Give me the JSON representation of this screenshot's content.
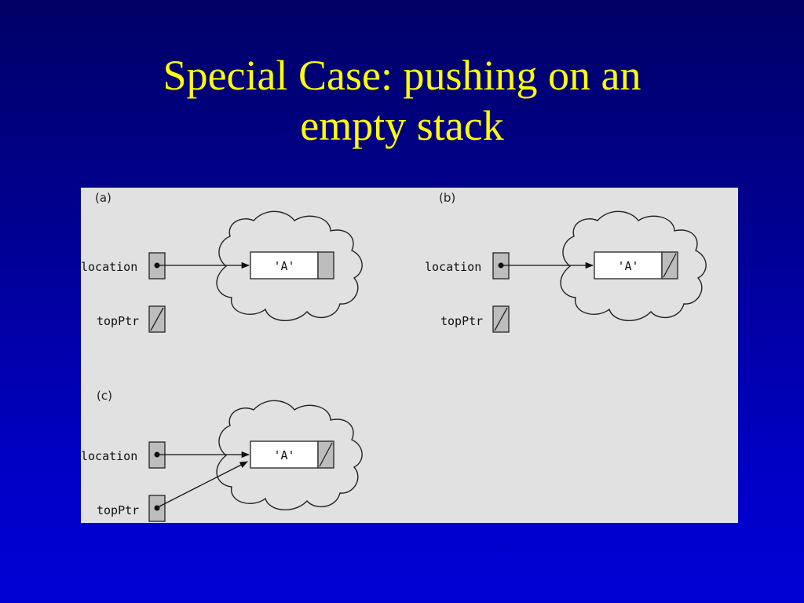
{
  "slide": {
    "title_line1": "Special Case: pushing on an",
    "title_line2": "empty stack"
  },
  "figure": {
    "panels": [
      {
        "label": "(a)",
        "location_var": "location",
        "top_var": "topPtr",
        "node_value": "'A'",
        "node_next": "unset",
        "topPtr_state": "null"
      },
      {
        "label": "(b)",
        "location_var": "location",
        "top_var": "topPtr",
        "node_value": "'A'",
        "node_next": "null",
        "topPtr_state": "null"
      },
      {
        "label": "(c)",
        "location_var": "location",
        "top_var": "topPtr",
        "node_value": "'A'",
        "node_next": "null",
        "topPtr_state": "points-to-node"
      }
    ],
    "colors": {
      "panel_bg": "#e1e1e1",
      "pointer_fill": "#bdbdbd",
      "node_fill": "#ffffff"
    }
  }
}
